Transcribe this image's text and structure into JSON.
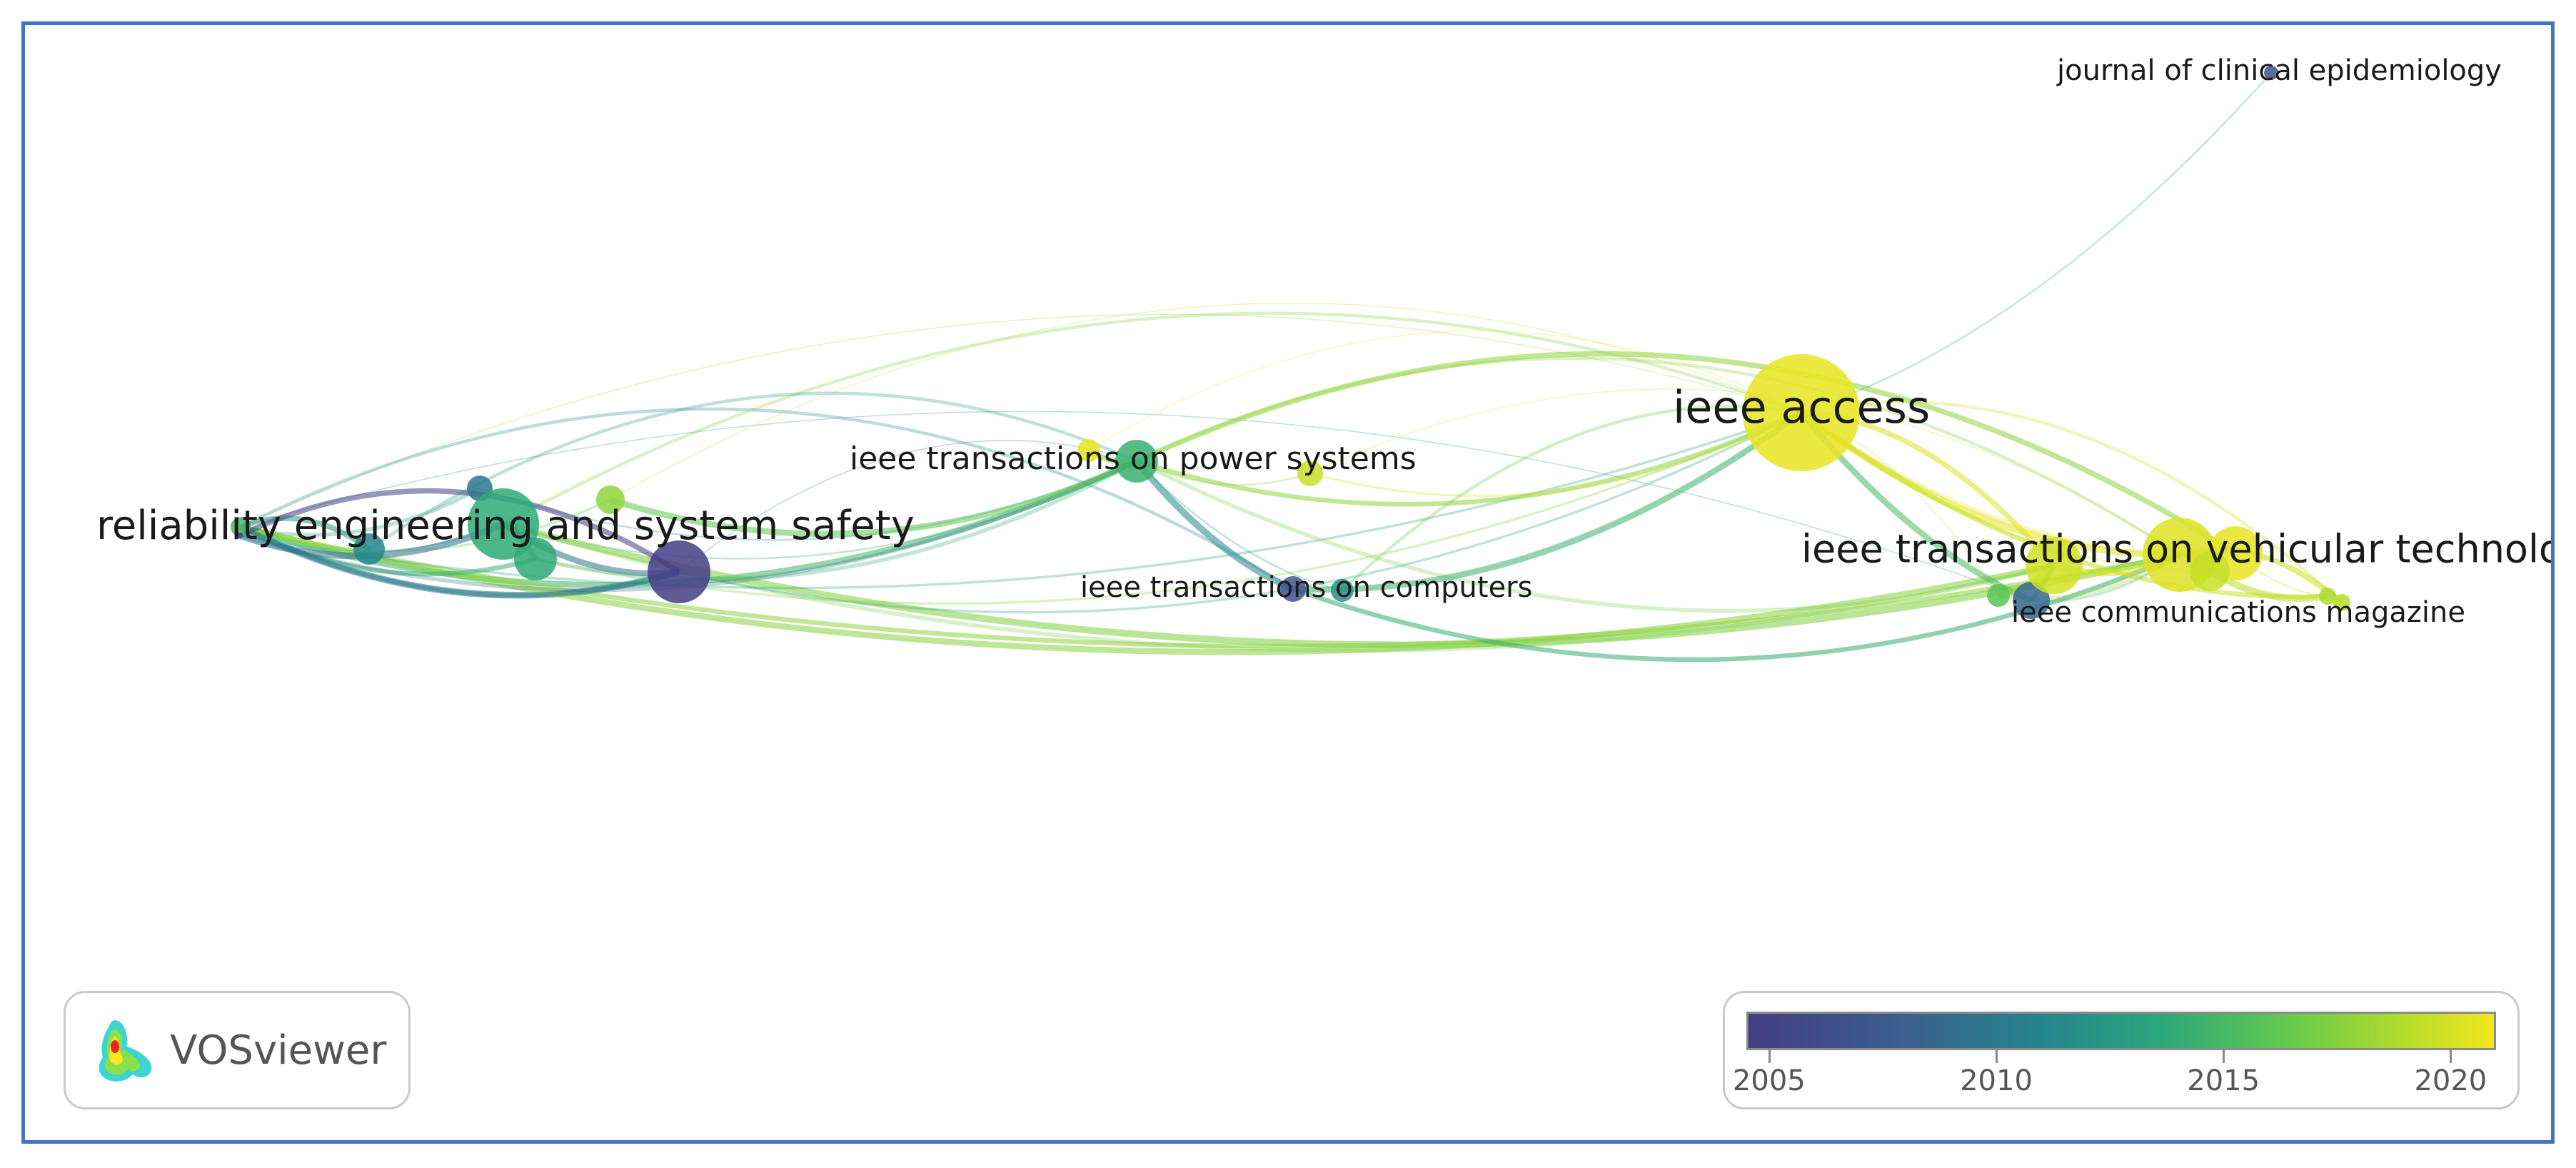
{
  "app": {
    "name": "VOSviewer"
  },
  "network": {
    "nodes": [
      {
        "id": "reliability",
        "label": "reliability engineering and system safety",
        "year": 2014.0,
        "weight": 5,
        "label_size": "large"
      },
      {
        "id": "ieee_access",
        "label": "ieee access",
        "year": 2020.5,
        "weight": 10,
        "label_size": "large"
      },
      {
        "id": "vehicular",
        "label": "ieee transactions on vehicular technolog",
        "year": 2020.0,
        "weight": 8,
        "label_size": "large"
      },
      {
        "id": "power",
        "label": "ieee transactions on power systems",
        "year": 2013.5,
        "weight": 4,
        "label_size": "medium"
      },
      {
        "id": "computers",
        "label": "ieee transactions on computers",
        "year": 2006.5,
        "weight": 2,
        "label_size": "small"
      },
      {
        "id": "comm_mag",
        "label": "ieee communications magazine",
        "year": 2008.0,
        "weight": 3,
        "label_size": "small"
      },
      {
        "id": "clin_epi",
        "label": "journal of clinical epidemiology",
        "year": 2006.5,
        "weight": 1,
        "label_size": "small"
      },
      {
        "id": "n1",
        "label": "",
        "year": 2004.0,
        "weight": 2
      },
      {
        "id": "n2",
        "label": "",
        "year": 2010.0,
        "weight": 2
      },
      {
        "id": "n3",
        "label": "",
        "year": 2009.0,
        "weight": 1
      },
      {
        "id": "n4",
        "label": "",
        "year": 2013.0,
        "weight": 3
      },
      {
        "id": "n5",
        "label": "",
        "year": 2004.5,
        "weight": 6
      },
      {
        "id": "n6",
        "label": "",
        "year": 2017.0,
        "weight": 2
      },
      {
        "id": "n7",
        "label": "",
        "year": 2019.0,
        "weight": 1
      },
      {
        "id": "n8",
        "label": "",
        "year": 2020.5,
        "weight": 3
      },
      {
        "id": "n9",
        "label": "",
        "year": 2011.0,
        "weight": 1
      },
      {
        "id": "n10",
        "label": "",
        "year": 2019.5,
        "weight": 5
      },
      {
        "id": "n11",
        "label": "",
        "year": 2020.5,
        "weight": 6
      },
      {
        "id": "n12",
        "label": "",
        "year": 2019.0,
        "weight": 4
      },
      {
        "id": "n13",
        "label": "",
        "year": 2015.0,
        "weight": 3
      },
      {
        "id": "n14",
        "label": "",
        "year": 2018.0,
        "weight": 1
      },
      {
        "id": "n15",
        "label": "",
        "year": 2018.5,
        "weight": 1
      },
      {
        "id": "n16",
        "label": "",
        "year": 2013.0,
        "weight": 2
      }
    ],
    "links": [
      [
        "reliability",
        "ieee_access"
      ],
      [
        "reliability",
        "power"
      ],
      [
        "reliability",
        "vehicular"
      ],
      [
        "reliability",
        "computers"
      ],
      [
        "reliability",
        "n4"
      ],
      [
        "reliability",
        "n5"
      ],
      [
        "reliability",
        "n2"
      ],
      [
        "reliability",
        "n3"
      ],
      [
        "reliability",
        "n6"
      ],
      [
        "reliability",
        "comm_mag"
      ],
      [
        "reliability",
        "n10"
      ],
      [
        "reliability",
        "n16"
      ],
      [
        "n4",
        "ieee_access"
      ],
      [
        "n4",
        "power"
      ],
      [
        "n4",
        "vehicular"
      ],
      [
        "n4",
        "n16"
      ],
      [
        "n4",
        "n10"
      ],
      [
        "n5",
        "ieee_access"
      ],
      [
        "n5",
        "power"
      ],
      [
        "n5",
        "n4"
      ],
      [
        "n5",
        "reliability"
      ],
      [
        "n2",
        "power"
      ],
      [
        "n3",
        "power"
      ],
      [
        "n1",
        "n4"
      ],
      [
        "n1",
        "n5"
      ],
      [
        "n1",
        "power"
      ],
      [
        "n1",
        "ieee_access"
      ],
      [
        "n6",
        "ieee_access"
      ],
      [
        "n6",
        "power"
      ],
      [
        "power",
        "ieee_access"
      ],
      [
        "power",
        "vehicular"
      ],
      [
        "power",
        "n7"
      ],
      [
        "power",
        "computers"
      ],
      [
        "power",
        "n11"
      ],
      [
        "power",
        "n10"
      ],
      [
        "n7",
        "ieee_access"
      ],
      [
        "n7",
        "vehicular"
      ],
      [
        "computers",
        "ieee_access"
      ],
      [
        "computers",
        "vehicular"
      ],
      [
        "n9",
        "ieee_access"
      ],
      [
        "n9",
        "power"
      ],
      [
        "ieee_access",
        "vehicular"
      ],
      [
        "ieee_access",
        "n10"
      ],
      [
        "ieee_access",
        "n11"
      ],
      [
        "ieee_access",
        "n12"
      ],
      [
        "ieee_access",
        "n13"
      ],
      [
        "ieee_access",
        "comm_mag"
      ],
      [
        "ieee_access",
        "n14"
      ],
      [
        "ieee_access",
        "n15"
      ],
      [
        "ieee_access",
        "clin_epi"
      ],
      [
        "vehicular",
        "n10"
      ],
      [
        "vehicular",
        "n12"
      ],
      [
        "vehicular",
        "n13"
      ],
      [
        "vehicular",
        "comm_mag"
      ],
      [
        "vehicular",
        "n14"
      ],
      [
        "n10",
        "n13"
      ],
      [
        "n10",
        "comm_mag"
      ],
      [
        "n11",
        "n12"
      ],
      [
        "n11",
        "n14"
      ],
      [
        "n12",
        "n14"
      ],
      [
        "n15",
        "vehicular"
      ],
      [
        "n16",
        "power"
      ],
      [
        "n16",
        "ieee_access"
      ],
      [
        "n8",
        "ieee_access"
      ],
      [
        "n8",
        "power"
      ]
    ]
  },
  "legend": {
    "min_year": 2004.5,
    "max_year": 2021,
    "ticks": [
      {
        "value": 2005,
        "label": "2005"
      },
      {
        "value": 2010,
        "label": "2010"
      },
      {
        "value": 2015,
        "label": "2015"
      },
      {
        "value": 2020,
        "label": "2020"
      }
    ],
    "colors": [
      "#443d85",
      "#3a5d8f",
      "#25868c",
      "#2aa67b",
      "#63c94f",
      "#b4dc2c",
      "#f4e61f"
    ]
  }
}
